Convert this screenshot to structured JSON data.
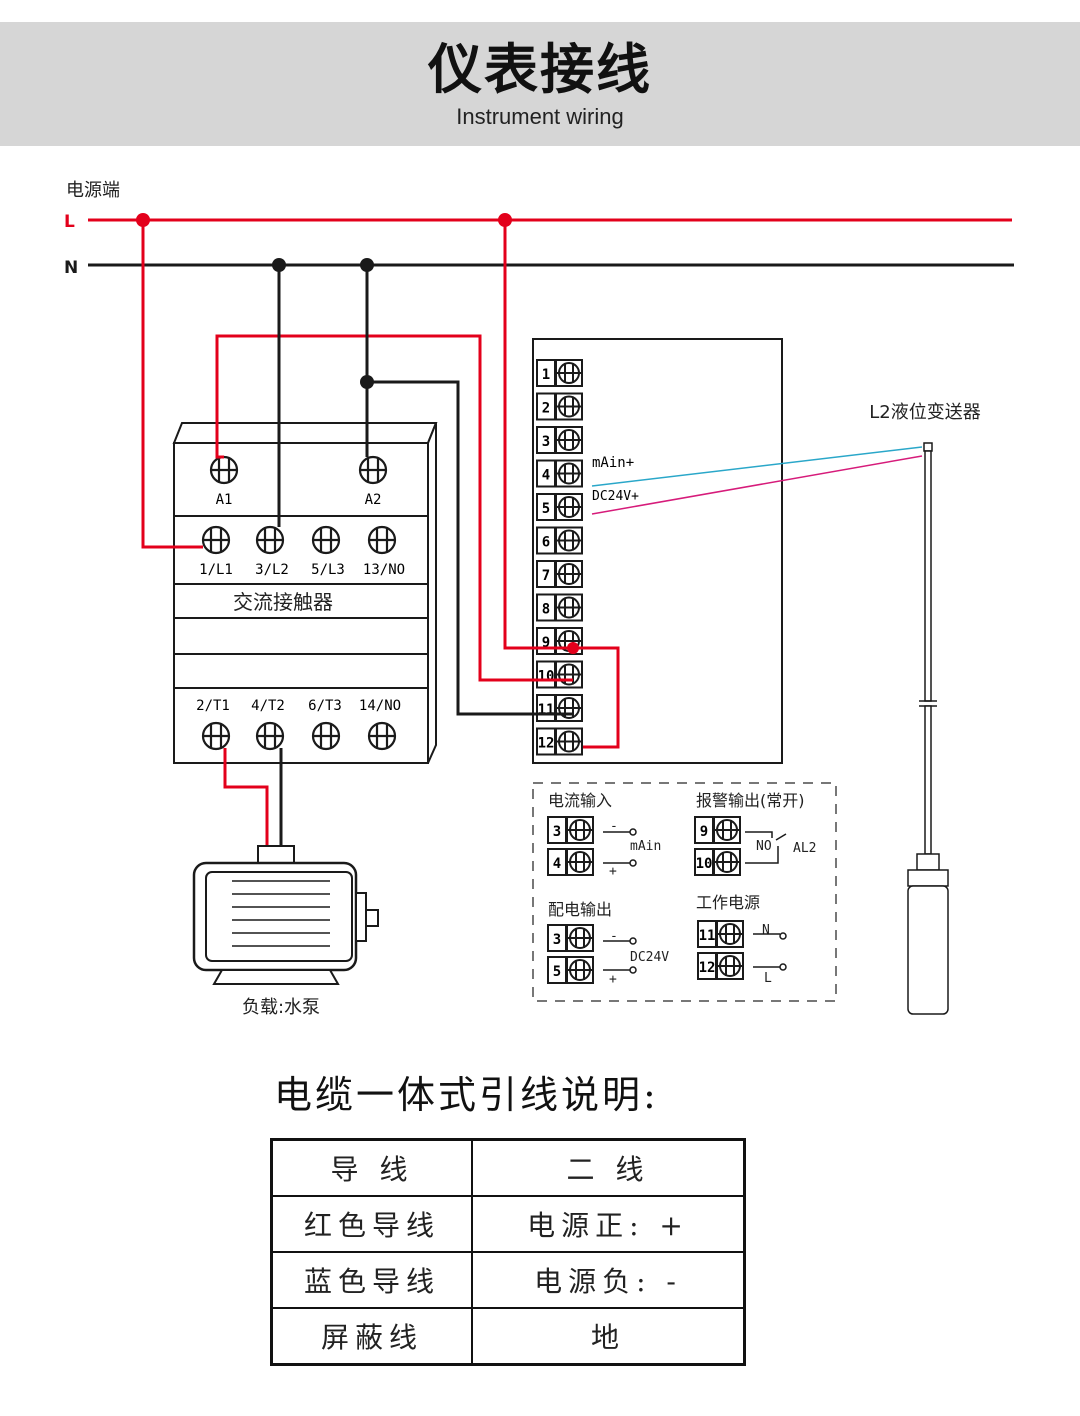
{
  "header": {
    "title": "仪表接线",
    "subtitle": "Instrument wiring"
  },
  "power": {
    "label": "电源端",
    "L": "L",
    "N": "N"
  },
  "contactor": {
    "name": "交流接触器",
    "coil_terminals": [
      "A1",
      "A2"
    ],
    "top_terminals": [
      "1/L1",
      "3/L2",
      "5/L3",
      "13/NO"
    ],
    "bottom_terminals": [
      "2/T1",
      "4/T2",
      "6/T3",
      "14/NO"
    ]
  },
  "load": {
    "label": "负载:水泵"
  },
  "meter": {
    "terminals": [
      "1",
      "2",
      "3",
      "4",
      "5",
      "6",
      "7",
      "8",
      "9",
      "10",
      "11",
      "12"
    ],
    "t4_label": "mAin+",
    "t5_label": "DC24V+"
  },
  "transmitter": {
    "label": "L2液位变送器"
  },
  "legend": {
    "current_input": {
      "title": "电流输入",
      "terms": [
        "3",
        "4"
      ],
      "minus": "-",
      "plus": "+",
      "signal": "mAin"
    },
    "alarm_output": {
      "title": "报警输出(常开)",
      "terms": [
        "9",
        "10"
      ],
      "no": "NO",
      "alarm": "AL2"
    },
    "power_output": {
      "title": "配电输出",
      "terms": [
        "3",
        "5"
      ],
      "minus": "-",
      "plus": "+",
      "signal": "DC24V"
    },
    "work_power": {
      "title": "工作电源",
      "terms": [
        "11",
        "12"
      ],
      "n": "N",
      "l": "L"
    }
  },
  "cable": {
    "title": "电缆一体式引线说明:",
    "rows": [
      [
        "导 线",
        "二 线"
      ],
      [
        "红色导线",
        "电源正: +"
      ],
      [
        "蓝色导线",
        "电源负: -"
      ],
      [
        "屏蔽线",
        "地"
      ]
    ]
  },
  "colors": {
    "red": "#e3001b",
    "black": "#1a1a1a",
    "blue": "#2aa7c9",
    "magenta": "#d61b7a",
    "header_bg": "#d6d6d6"
  }
}
